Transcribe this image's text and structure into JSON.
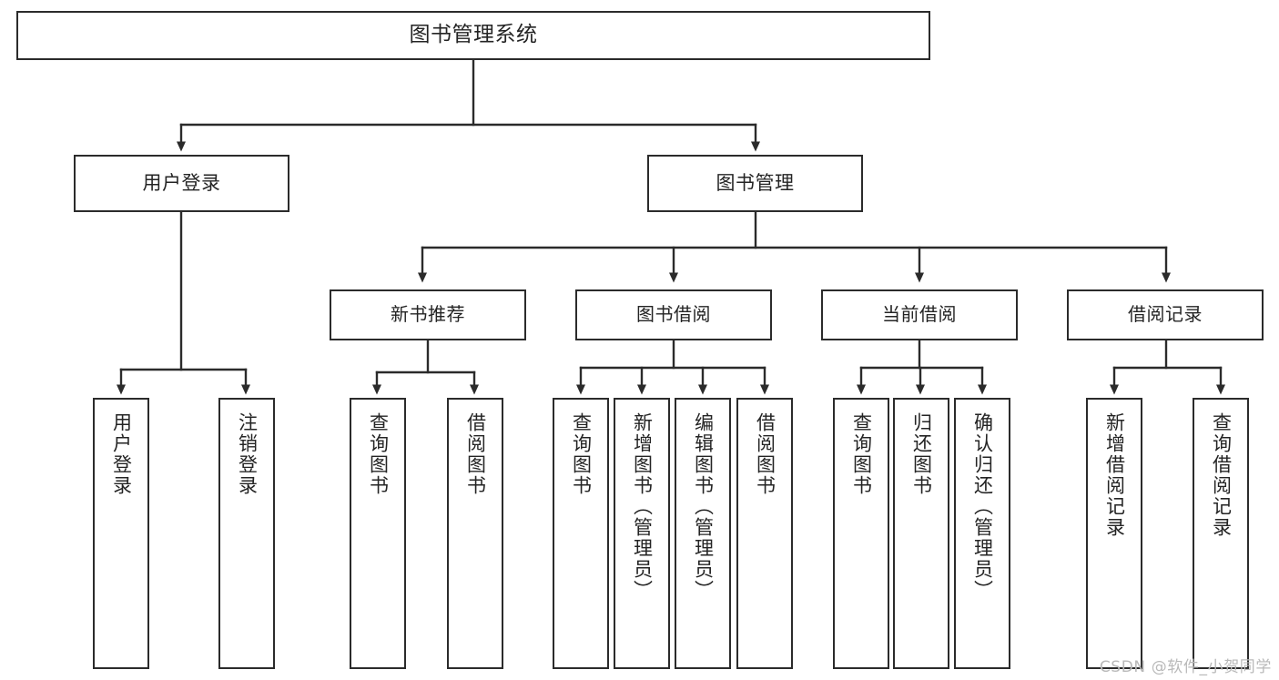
{
  "diagram": {
    "title": "图书管理系统",
    "type": "tree",
    "watermark": "CSDN @软件_小贺同学",
    "colors": {
      "box_border": "#2b2b2b",
      "box_fill": "#ffffff",
      "connector": "#2b2b2b",
      "text": "#242424",
      "watermark": "#b9b9b9",
      "background": "#ffffff"
    },
    "levels": [
      {
        "level": 1,
        "nodes": [
          {
            "id": "root",
            "label": "图书管理系统"
          }
        ]
      },
      {
        "level": 2,
        "nodes": [
          {
            "id": "login",
            "label": "用户登录",
            "parent": "root"
          },
          {
            "id": "bookmgmt",
            "label": "图书管理",
            "parent": "root"
          }
        ]
      },
      {
        "level": 3,
        "nodes": [
          {
            "id": "newbook",
            "label": "新书推荐",
            "parent": "bookmgmt"
          },
          {
            "id": "borrow",
            "label": "图书借阅",
            "parent": "bookmgmt"
          },
          {
            "id": "current",
            "label": "当前借阅",
            "parent": "bookmgmt"
          },
          {
            "id": "record",
            "label": "借阅记录",
            "parent": "bookmgmt"
          }
        ]
      },
      {
        "level": 4,
        "nodes": [
          {
            "id": "leaf-user-login",
            "label": "用户登录",
            "parent": "login"
          },
          {
            "id": "leaf-user-logout",
            "label": "注销登录",
            "parent": "login"
          },
          {
            "id": "leaf-nb-query",
            "label": "查询图书",
            "parent": "newbook"
          },
          {
            "id": "leaf-nb-borrow",
            "label": "借阅图书",
            "parent": "newbook"
          },
          {
            "id": "leaf-bw-query",
            "label": "查询图书",
            "parent": "borrow"
          },
          {
            "id": "leaf-bw-add",
            "label": "新增图书（管理员）",
            "parent": "borrow"
          },
          {
            "id": "leaf-bw-edit",
            "label": "编辑图书（管理员）",
            "parent": "borrow"
          },
          {
            "id": "leaf-bw-borrow",
            "label": "借阅图书",
            "parent": "borrow"
          },
          {
            "id": "leaf-cur-query",
            "label": "查询图书",
            "parent": "current"
          },
          {
            "id": "leaf-cur-return",
            "label": "归还图书",
            "parent": "current"
          },
          {
            "id": "leaf-cur-confirm",
            "label": "确认归还（管理员）",
            "parent": "current"
          },
          {
            "id": "leaf-rec-add",
            "label": "新增借阅记录",
            "parent": "record"
          },
          {
            "id": "leaf-rec-query",
            "label": "查询借阅记录",
            "parent": "record"
          }
        ]
      }
    ]
  }
}
